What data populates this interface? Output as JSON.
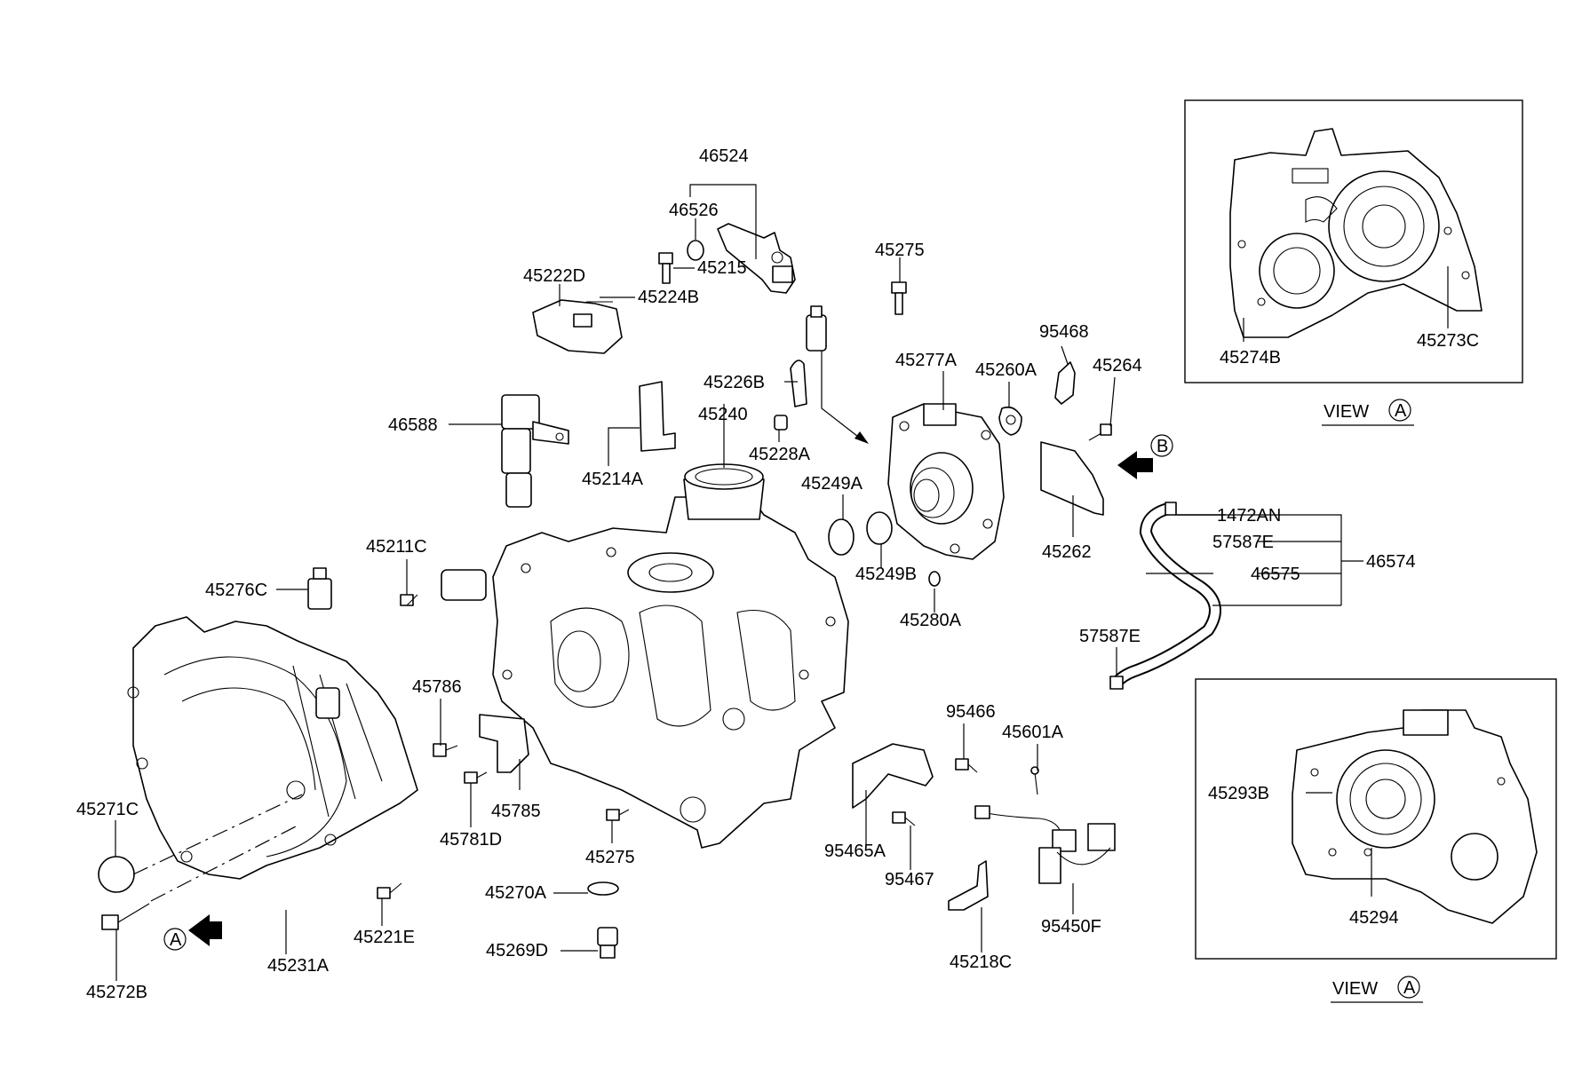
{
  "diagram": {
    "labels": [
      "46524",
      "46526",
      "45222D",
      "45224B",
      "45275",
      "45215",
      "45226B",
      "46588",
      "45240",
      "45228A",
      "45214A",
      "45277A",
      "45260A",
      "95468",
      "45264",
      "45249A",
      "45262",
      "45211C",
      "45276C",
      "45249B",
      "45280A",
      "1472AN",
      "57587E",
      "46574",
      "46575",
      "57587E",
      "45786",
      "95466",
      "45601A",
      "45271C",
      "45785",
      "45781D",
      "45275",
      "95465A",
      "95467",
      "45270A",
      "45221E",
      "45218C",
      "95450F",
      "45269D",
      "45272B",
      "45231A",
      "45274B",
      "45273C",
      "45293B",
      "45294"
    ],
    "view_markers": {
      "a": "A",
      "b": "B"
    },
    "insets": [
      {
        "title": "VIEW",
        "marker": "A"
      },
      {
        "title": "VIEW",
        "marker": "A"
      }
    ]
  }
}
